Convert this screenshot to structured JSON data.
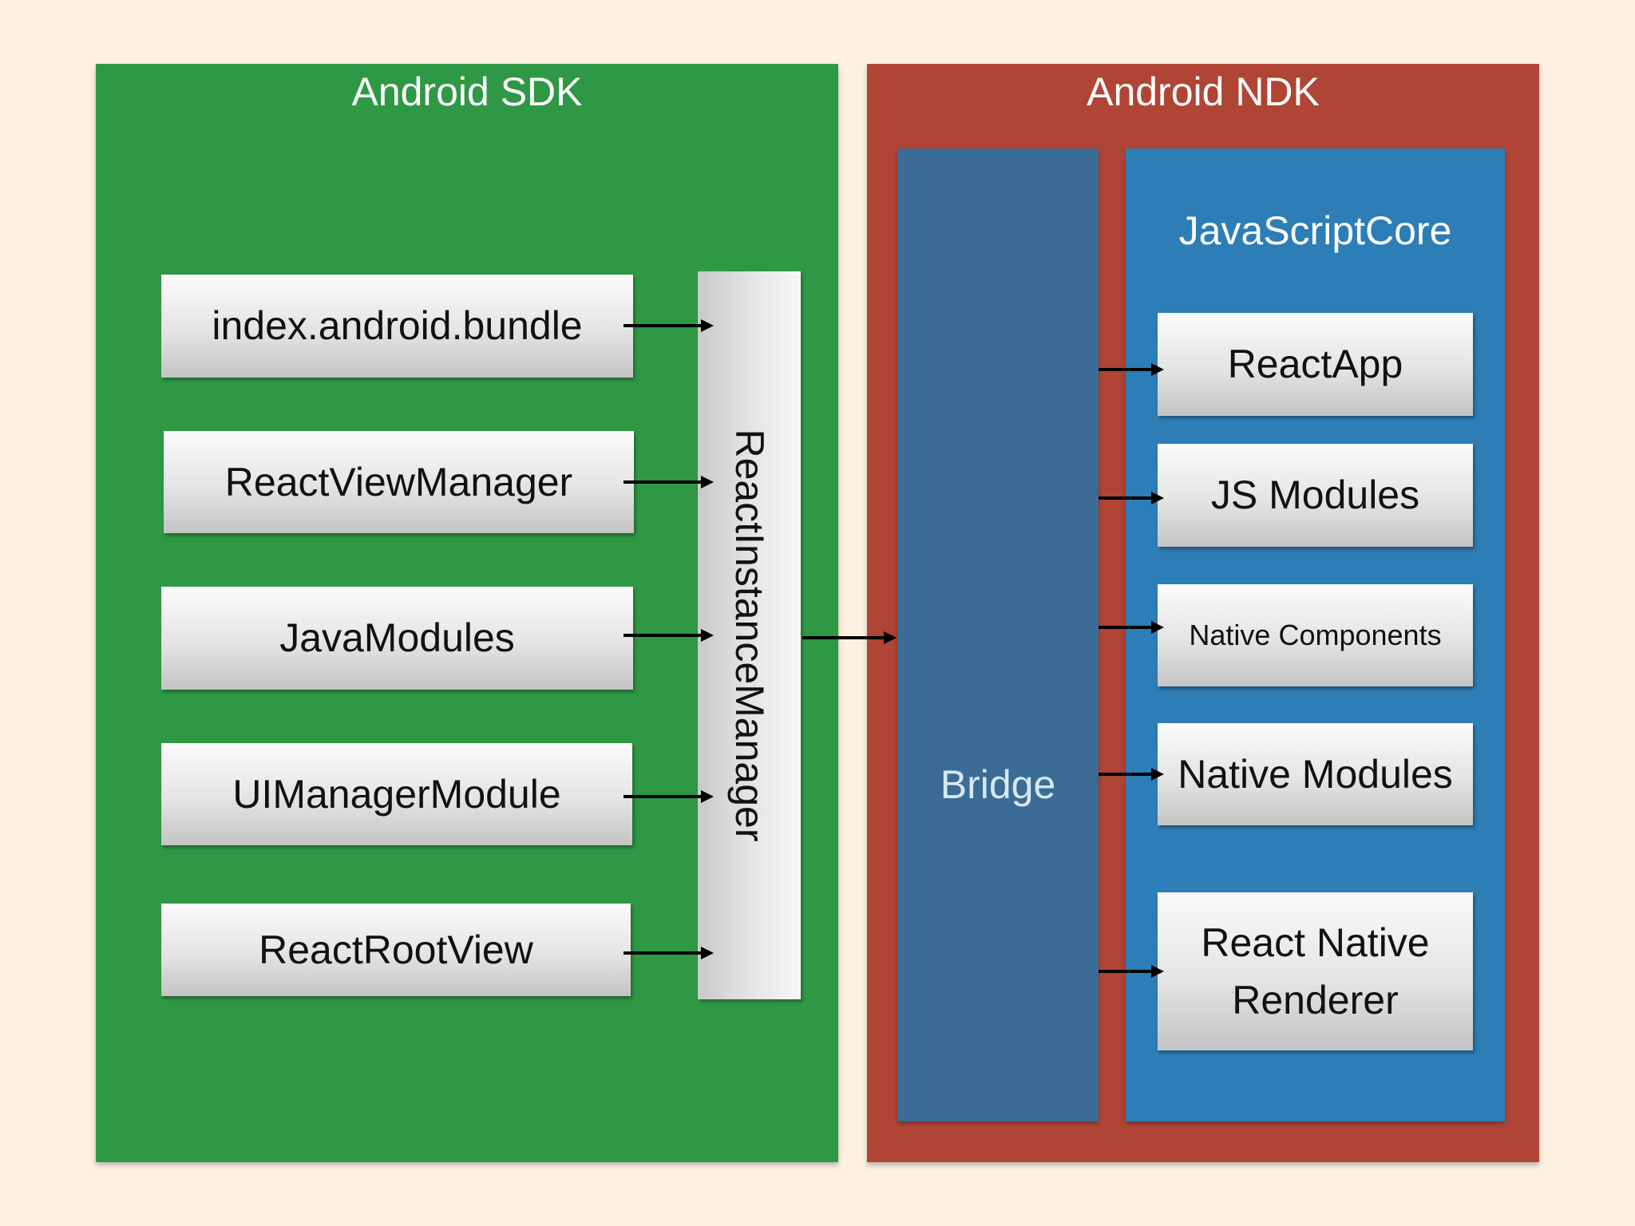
{
  "sdk": {
    "title": "Android SDK",
    "color": "#2e9845",
    "components": [
      {
        "label": "index.android.bundle"
      },
      {
        "label": "ReactViewManager"
      },
      {
        "label": "JavaModules"
      },
      {
        "label": "UIManagerModule"
      },
      {
        "label": "ReactRootView"
      }
    ],
    "instance_manager": {
      "label": "ReactInstanceManager"
    }
  },
  "ndk": {
    "title": "Android NDK",
    "color": "#b04535",
    "bridge": {
      "label": "Bridge",
      "color": "#3a6c95"
    },
    "jsc": {
      "title": "JavaScriptCore",
      "color": "#2d7db6",
      "components": [
        {
          "label": "ReactApp"
        },
        {
          "label": "JS Modules"
        },
        {
          "label": "Native Components"
        },
        {
          "label": "Native Modules"
        },
        {
          "label_line1": "React Native",
          "label_line2": "Renderer"
        }
      ]
    }
  },
  "edges": [
    {
      "from": "index.android.bundle",
      "to": "ReactInstanceManager"
    },
    {
      "from": "ReactViewManager",
      "to": "ReactInstanceManager"
    },
    {
      "from": "JavaModules",
      "to": "ReactInstanceManager"
    },
    {
      "from": "UIManagerModule",
      "to": "ReactInstanceManager"
    },
    {
      "from": "ReactRootView",
      "to": "ReactInstanceManager"
    },
    {
      "from": "ReactInstanceManager",
      "to": "Bridge"
    },
    {
      "from": "Bridge",
      "to": "ReactApp"
    },
    {
      "from": "Bridge",
      "to": "JS Modules"
    },
    {
      "from": "Bridge",
      "to": "Native Components"
    },
    {
      "from": "Bridge",
      "to": "Native Modules"
    },
    {
      "from": "Bridge",
      "to": "React Native Renderer"
    }
  ]
}
